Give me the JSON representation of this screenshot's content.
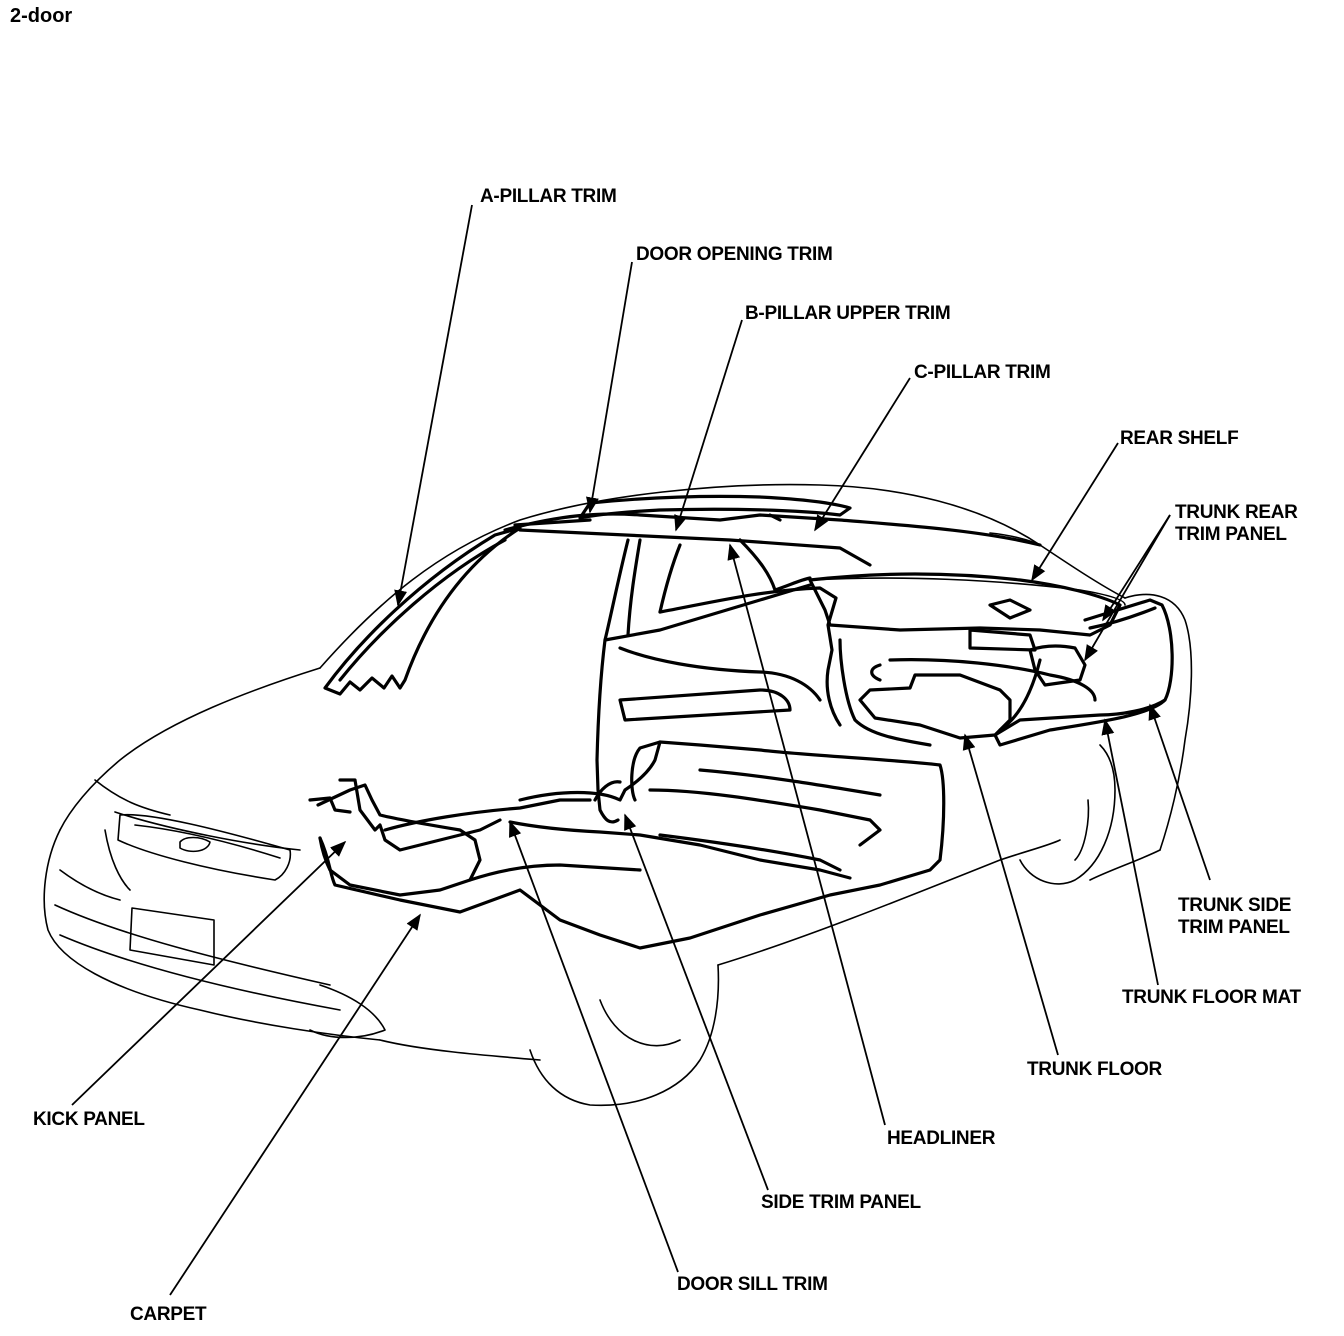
{
  "title": "2-door",
  "labels": {
    "a_pillar_trim": "A-PILLAR TRIM",
    "door_opening_trim": "DOOR OPENING TRIM",
    "b_pillar_upper_trim": "B-PILLAR UPPER TRIM",
    "c_pillar_trim": "C-PILLAR TRIM",
    "rear_shelf": "REAR SHELF",
    "trunk_rear_trim_panel_1": "TRUNK REAR",
    "trunk_rear_trim_panel_2": "TRIM PANEL",
    "trunk_side_trim_panel_1": "TRUNK SIDE",
    "trunk_side_trim_panel_2": "TRIM PANEL",
    "trunk_floor_mat": "TRUNK FLOOR MAT",
    "trunk_floor": "TRUNK FLOOR",
    "headliner": "HEADLINER",
    "side_trim_panel": "SIDE TRIM PANEL",
    "door_sill_trim": "DOOR SILL TRIM",
    "carpet": "CARPET",
    "kick_panel": "KICK PANEL"
  }
}
